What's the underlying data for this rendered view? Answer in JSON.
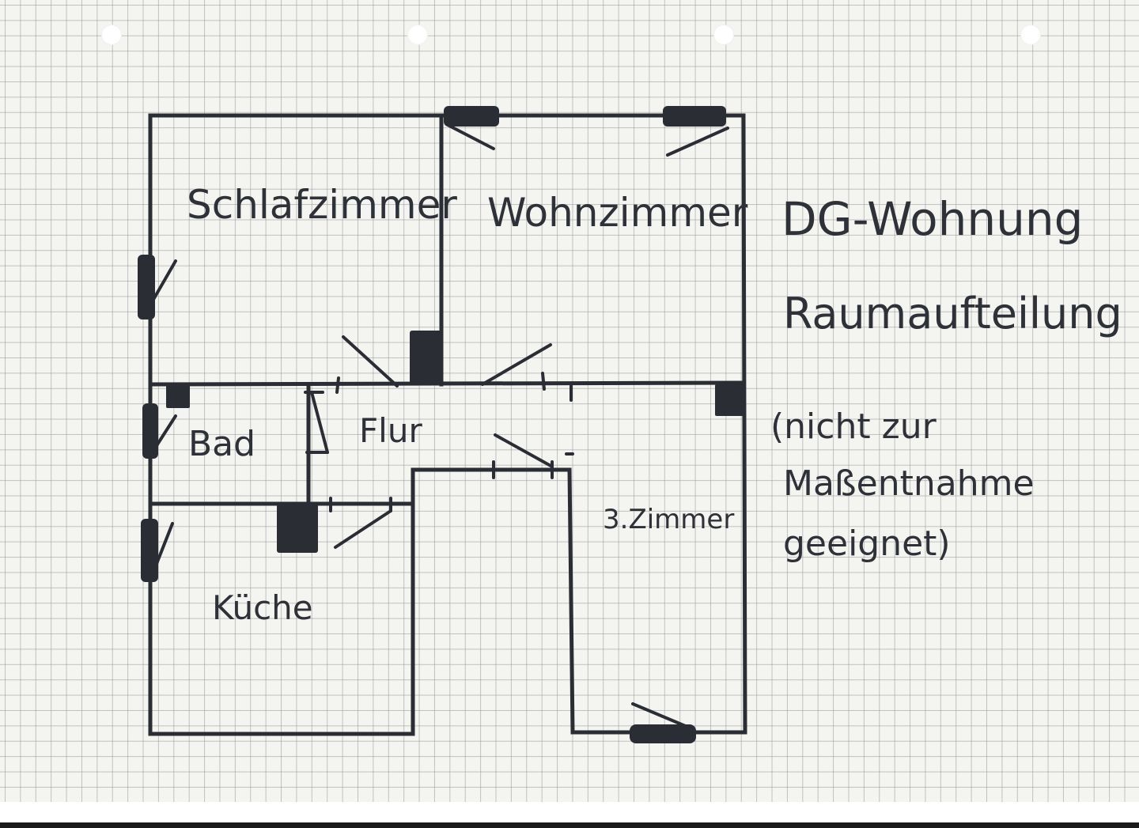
{
  "title": {
    "line1": "DG-Wohnung",
    "line2": "Raumaufteilung"
  },
  "note": {
    "line1": "(nicht zur",
    "line2": "Maßentnahme",
    "line3": "geeignet)"
  },
  "rooms": {
    "schlafzimmer": "Schlafzimmer",
    "wohnzimmer": "Wohnzimmer",
    "bad": "Bad",
    "flur": "Flur",
    "drittes_zimmer": "3.Zimmer",
    "kueche": "Küche"
  },
  "colors": {
    "ink": "#2b2d35",
    "paper": "#f4f4f1",
    "grid": "#969696"
  }
}
